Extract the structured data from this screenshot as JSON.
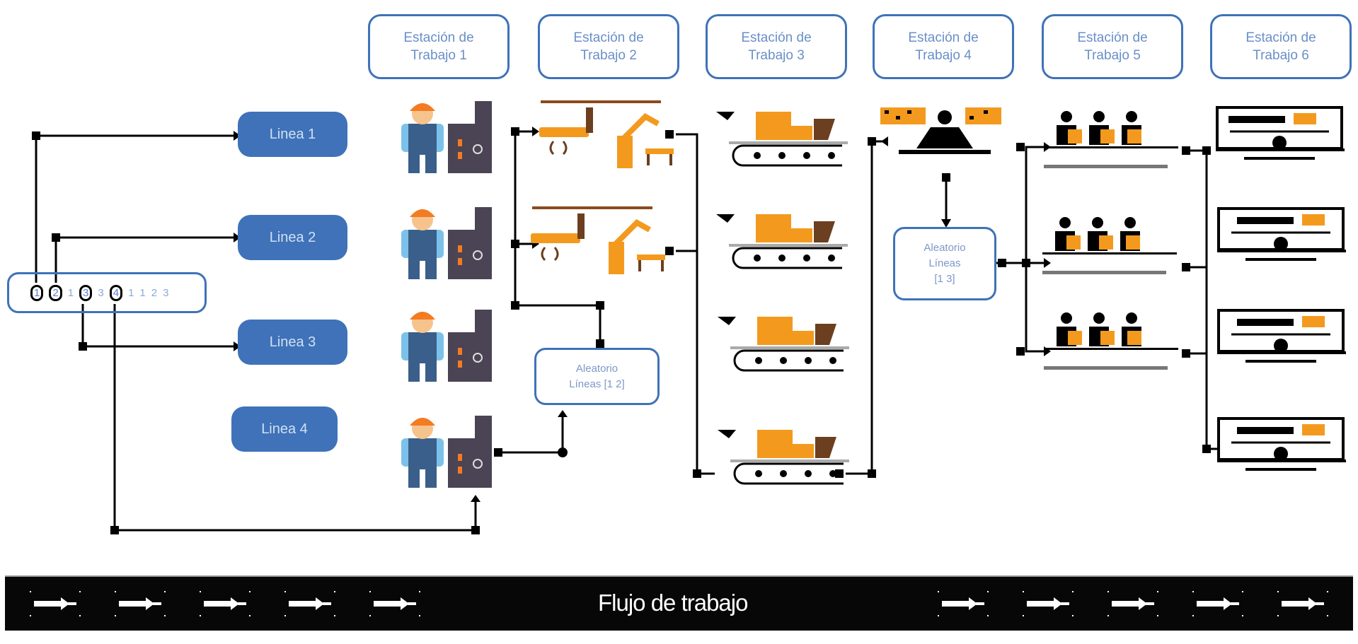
{
  "stations": [
    {
      "line1": "Estación de",
      "line2": "Trabajo 1"
    },
    {
      "line1": "Estación de",
      "line2": "Trabajo 2"
    },
    {
      "line1": "Estación de",
      "line2": "Trabajo 3"
    },
    {
      "line1": "Estación de",
      "line2": "Trabajo 4"
    },
    {
      "line1": "Estación de",
      "line2": "Trabajo 5"
    },
    {
      "line1": "Estación de",
      "line2": "Trabajo 6"
    }
  ],
  "lines": [
    {
      "label": "Linea 1"
    },
    {
      "label": "Linea 2"
    },
    {
      "label": "Linea 3"
    },
    {
      "label": "Linea 4"
    }
  ],
  "sequence": [
    "1",
    "2",
    "1",
    "3",
    "3",
    "4",
    "1",
    "1",
    "2",
    "3"
  ],
  "random_boxes": [
    {
      "line1": "Aleatorio",
      "line2": "Líneas [1 2]"
    },
    {
      "line1": "Aleatorio",
      "line2": "Líneas",
      "line3": "[1 3]"
    }
  ],
  "workflow": {
    "title": "Flujo de trabajo"
  },
  "colors": {
    "accent": "#3f72b8",
    "orange": "#f39a1e",
    "brown": "#6b3f1f",
    "dark": "#000000"
  }
}
